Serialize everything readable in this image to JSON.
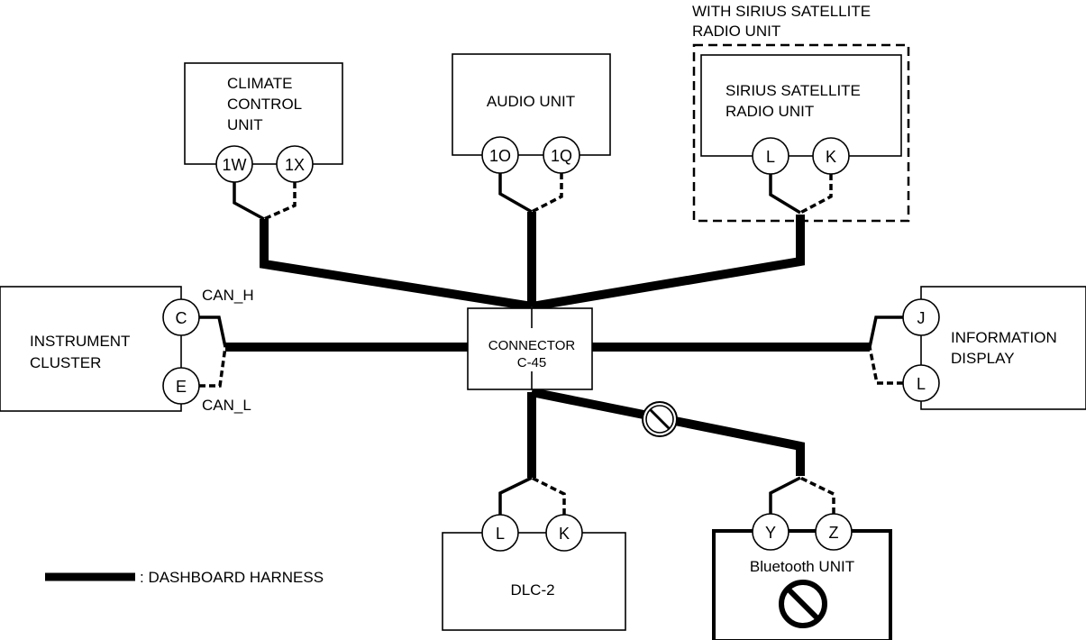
{
  "diagram": {
    "type": "CAN network wiring diagram",
    "center_connector": {
      "line1": "CONNECTOR",
      "line2": "C-45"
    },
    "optional_group_label": {
      "line1": "WITH SIRIUS SATELLITE",
      "line2": "RADIO UNIT"
    },
    "units": {
      "climate": {
        "lines": [
          "CLIMATE",
          "CONTROL",
          "UNIT"
        ],
        "pins": [
          "1W",
          "1X"
        ]
      },
      "audio": {
        "lines": [
          "AUDIO UNIT"
        ],
        "pins": [
          "1O",
          "1Q"
        ]
      },
      "sirius": {
        "lines": [
          "SIRIUS SATELLITE",
          "RADIO UNIT"
        ],
        "pins": [
          "L",
          "K"
        ]
      },
      "instrument": {
        "lines": [
          "INSTRUMENT",
          "CLUSTER"
        ],
        "pins": [
          "C",
          "E"
        ],
        "pin_labels": [
          "CAN_H",
          "CAN_L"
        ]
      },
      "info": {
        "lines": [
          "INFORMATION",
          "DISPLAY"
        ],
        "pins": [
          "J",
          "L"
        ]
      },
      "dlc": {
        "lines": [
          "DLC-2"
        ],
        "pins": [
          "L",
          "K"
        ]
      },
      "bluetooth": {
        "lines": [
          "Bluetooth UNIT"
        ],
        "pins": [
          "Y",
          "Z"
        ],
        "status_icon": "prohibited-icon"
      }
    },
    "legend": {
      "label": ": DASHBOARD HARNESS"
    },
    "colors": {
      "line": "#000000",
      "background": "#ffffff"
    }
  }
}
